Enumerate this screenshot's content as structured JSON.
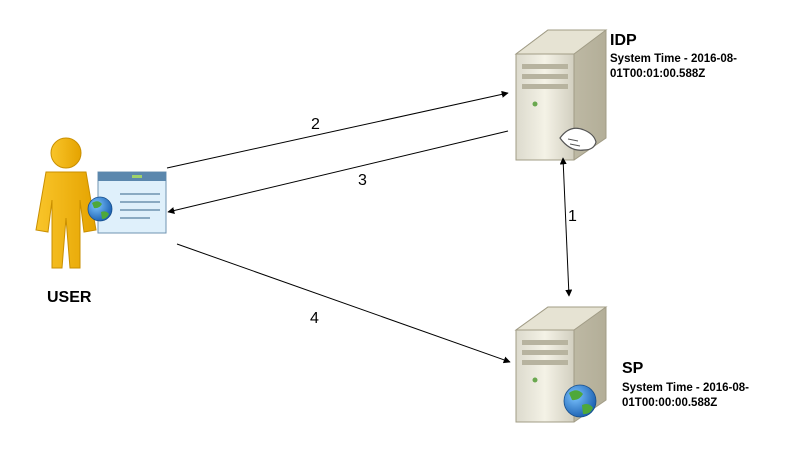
{
  "nodes": {
    "idp": {
      "title": "IDP",
      "system_time": "System Time - 2016-08-01T00:01:00.588Z"
    },
    "sp": {
      "title": "SP",
      "system_time": "System Time - 2016-08-01T00:00:00.588Z"
    },
    "user": {
      "label": "USER"
    }
  },
  "edges": [
    {
      "label": "2",
      "from": "user",
      "to": "idp"
    },
    {
      "label": "3",
      "from": "idp",
      "to": "user"
    },
    {
      "label": "1",
      "from": "idp",
      "to": "sp",
      "bidirectional": true
    },
    {
      "label": "4",
      "from": "user",
      "to": "sp"
    }
  ],
  "colors": {
    "user_fill": "#f7b500",
    "user_stroke": "#c98f00",
    "server_body": "#ece9d8",
    "globe": "#2d7fd0"
  }
}
